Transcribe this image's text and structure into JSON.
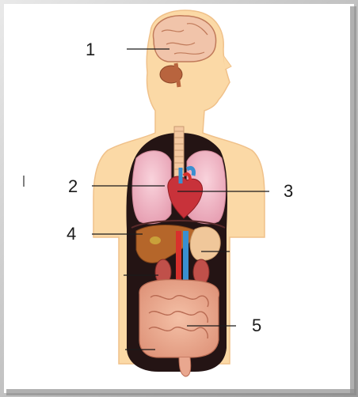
{
  "labels": [
    {
      "id": "1",
      "text": "1"
    },
    {
      "id": "2",
      "text": "2"
    },
    {
      "id": "3",
      "text": "3"
    },
    {
      "id": "4",
      "text": "4"
    },
    {
      "id": "5",
      "text": "5"
    }
  ],
  "colors": {
    "skin": "#fbd9a6",
    "skin_shadow": "#f3c58a",
    "cavity": "#241414",
    "lung": "#f2b8c6",
    "heart": "#c8323a",
    "liver": "#b5662a",
    "stomach": "#f0c79a",
    "intestine": "#e9a78f",
    "artery": "#d8302c",
    "vein": "#3a8fd0",
    "brain": "#f1c4aa"
  }
}
